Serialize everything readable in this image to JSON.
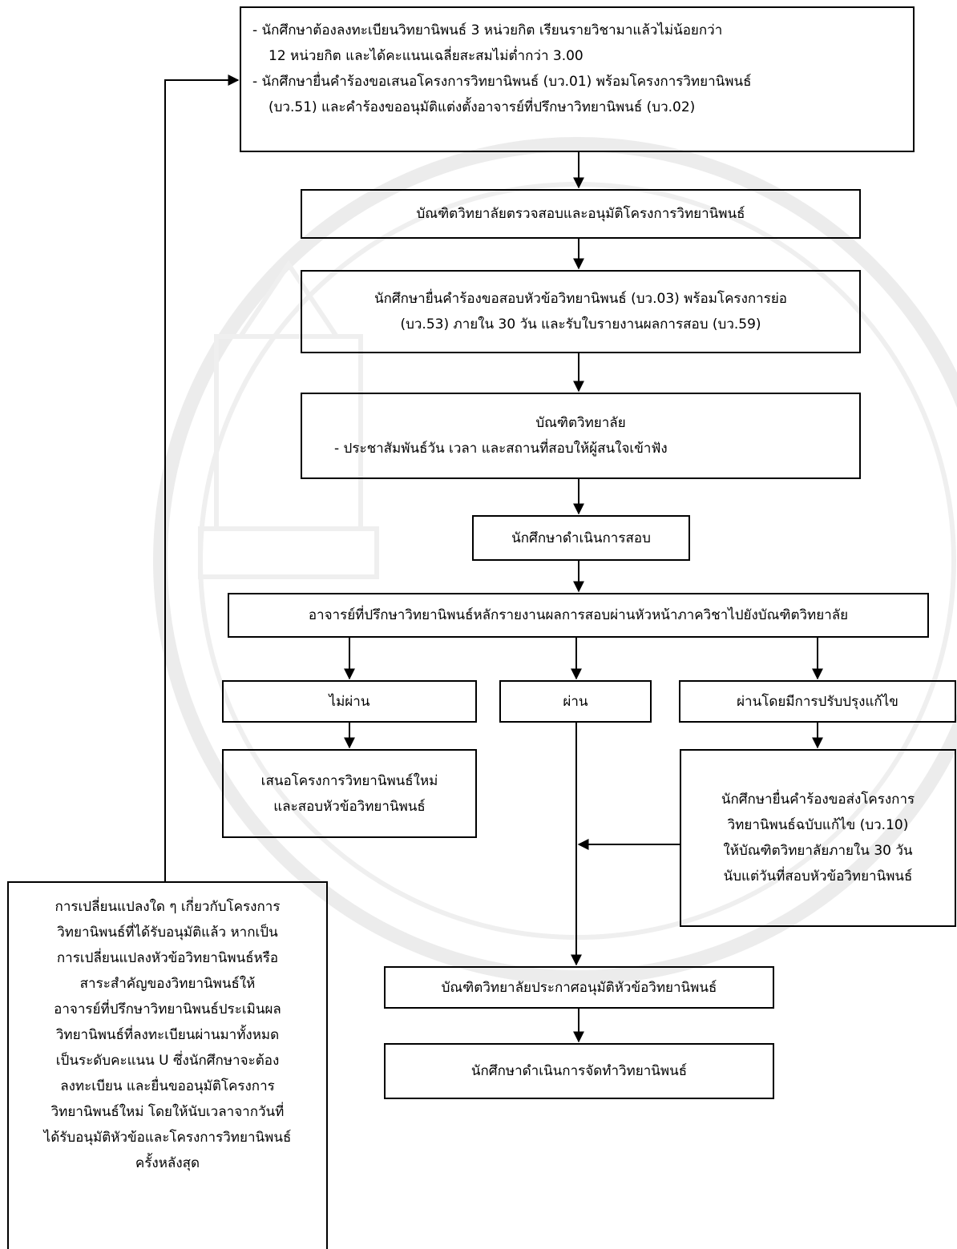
{
  "diagram": {
    "eligibility_box": {
      "lines": [
        "- นักศึกษาต้องลงทะเบียนวิทยานิพนธ์ 3 หน่วยกิต เรียนรายวิชามาแล้วไม่น้อยกว่า",
        "12 หน่วยกิต และได้คะแนนเฉลี่ยสะสมไม่ต่ำกว่า 3.00",
        "- นักศึกษายื่นคำร้องขอเสนอโครงการวิทยานิพนธ์ (บว.01) พร้อมโครงการวิทยานิพนธ์",
        "(บว.51) และคำร้องขออนุมัติแต่งตั้งอาจารย์ที่ปรึกษาวิทยานิพนธ์ (บว.02)"
      ]
    },
    "grad_school_review": {
      "text": "บัณฑิตวิทยาลัยตรวจสอบและอนุมัติโครงการวิทยานิพนธ์"
    },
    "exam_request": {
      "lines": [
        "นักศึกษายื่นคำร้องขอสอบหัวข้อวิทยานิพนธ์ (บว.03) พร้อมโครงการย่อ",
        "(บว.53) ภายใน 30 วัน และรับใบรายงานผลการสอบ (บว.59)"
      ]
    },
    "grad_school_announce": {
      "title": "บัณฑิตวิทยาลัย",
      "item": "-   ประชาสัมพันธ์วัน เวลา และสถานที่สอบให้ผู้สนใจเข้าฟัง"
    },
    "student_exam": {
      "text": "นักศึกษาดำเนินการสอบ"
    },
    "advisor_report": {
      "text": "อาจารย์ที่ปรึกษาวิทยานิพนธ์หลักรายงานผลการสอบผ่านหัวหน้าภาควิชาไปยังบัณฑิตวิทยาลัย"
    },
    "result_fail": {
      "text": "ไม่ผ่าน"
    },
    "result_pass": {
      "text": "ผ่าน"
    },
    "result_pass_revise": {
      "text": "ผ่านโดยมีการปรับปรุงแก้ไข"
    },
    "fail_action": {
      "lines": [
        "เสนอโครงการวิทยานิพนธ์ใหม่",
        "และสอบหัวข้อวิทยานิพนธ์"
      ]
    },
    "revise_action": {
      "lines": [
        "นักศึกษายื่นคำร้องขอส่งโครงการ",
        "วิทยานิพนธ์ฉบับแก้ไข (บว.10)",
        "ให้บัณฑิตวิทยาลัยภายใน 30 วัน",
        "นับแต่วันที่สอบหัวข้อวิทยานิพนธ์"
      ]
    },
    "approval_announce": {
      "text": "บัณฑิตวิทยาลัยประกาศอนุมัติหัวข้อวิทยานิพนธ์"
    },
    "thesis_work": {
      "text": "นักศึกษาดำเนินการจัดทำวิทยานิพนธ์"
    },
    "change_note": {
      "lines": [
        "การเปลี่ยนแปลงใด ๆ เกี่ยวกับโครงการ",
        "วิทยานิพนธ์ที่ได้รับอนุมัติแล้ว หากเป็น",
        "การเปลี่ยนแปลงหัวข้อวิทยานิพนธ์หรือ",
        "สาระสำคัญของวิทยานิพนธ์ให้",
        "อาจารย์ที่ปรึกษาวิทยานิพนธ์ประเมินผล",
        "วิทยานิพนธ์ที่ลงทะเบียนผ่านมาทั้งหมด",
        "เป็นระดับคะแนน U ซึ่งนักศึกษาจะต้อง",
        "ลงทะเบียน และยื่นขออนุมัติโครงการ",
        "วิทยานิพนธ์ใหม่ โดยให้นับเวลาจากวันที่",
        "ได้รับอนุมัติหัวข้อและโครงการวิทยานิพนธ์",
        "ครั้งหลังสุด"
      ]
    }
  },
  "colors": {
    "line": "#000000",
    "watermark": "#e6e6e6"
  }
}
